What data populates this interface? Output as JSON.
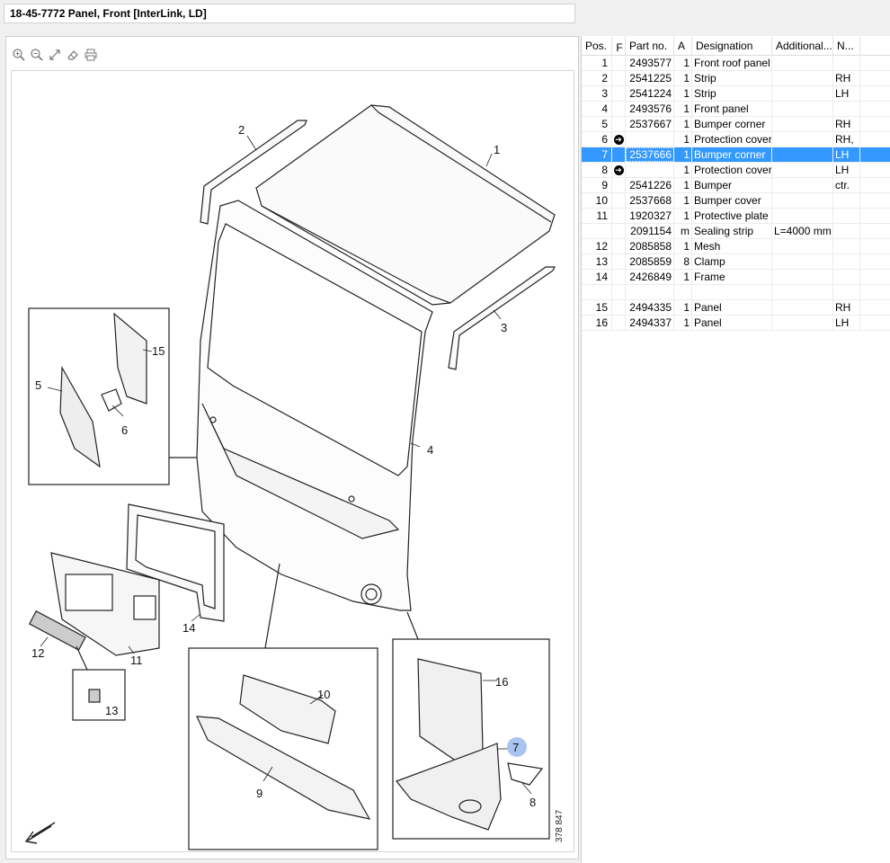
{
  "title": "18-45-7772 Panel, Front [InterLink, LD]",
  "toolbar": {
    "tools": [
      "zoom-in-icon",
      "zoom-out-icon",
      "fit-icon",
      "eraser-icon",
      "print-icon"
    ]
  },
  "diagram": {
    "callouts": [
      "1",
      "2",
      "3",
      "4",
      "5",
      "6",
      "7",
      "8",
      "9",
      "10",
      "11",
      "12",
      "13",
      "14",
      "15",
      "16"
    ],
    "drawing_number": "378 847"
  },
  "table": {
    "headers": {
      "pos": "Pos.",
      "f": "F",
      "part": "Part no.",
      "a": "A",
      "designation": "Designation",
      "additional": "Additional...",
      "n": "N..."
    },
    "rows": [
      {
        "pos": "1",
        "arrow": false,
        "part": "2493577",
        "a": "1",
        "designation": "Front roof panel",
        "additional": "",
        "n": ""
      },
      {
        "pos": "2",
        "arrow": false,
        "part": "2541225",
        "a": "1",
        "designation": "Strip",
        "additional": "",
        "n": "RH"
      },
      {
        "pos": "3",
        "arrow": false,
        "part": "2541224",
        "a": "1",
        "designation": "Strip",
        "additional": "",
        "n": "LH"
      },
      {
        "pos": "4",
        "arrow": false,
        "part": "2493576",
        "a": "1",
        "designation": "Front panel",
        "additional": "",
        "n": ""
      },
      {
        "pos": "5",
        "arrow": false,
        "part": "2537667",
        "a": "1",
        "designation": "Bumper corner",
        "additional": "",
        "n": "RH"
      },
      {
        "pos": "6",
        "arrow": true,
        "part": "",
        "a": "1",
        "designation": "Protection cover",
        "additional": "",
        "n": "RH,"
      },
      {
        "pos": "7",
        "arrow": false,
        "part": "2537666",
        "a": "1",
        "designation": "Bumper corner",
        "additional": "",
        "n": "LH",
        "selected": true
      },
      {
        "pos": "8",
        "arrow": true,
        "part": "",
        "a": "1",
        "designation": "Protection cover",
        "additional": "",
        "n": "LH"
      },
      {
        "pos": "9",
        "arrow": false,
        "part": "2541226",
        "a": "1",
        "designation": "Bumper",
        "additional": "",
        "n": "ctr."
      },
      {
        "pos": "10",
        "arrow": false,
        "part": "2537668",
        "a": "1",
        "designation": "Bumper cover",
        "additional": "",
        "n": ""
      },
      {
        "pos": "11",
        "arrow": false,
        "part": "1920327",
        "a": "1",
        "designation": "Protective plate",
        "additional": "",
        "n": ""
      },
      {
        "pos": "",
        "arrow": false,
        "part": "2091154",
        "a": "m",
        "designation": "Sealing strip",
        "additional": "L=4000 mm",
        "n": ""
      },
      {
        "pos": "12",
        "arrow": false,
        "part": "2085858",
        "a": "1",
        "designation": "Mesh",
        "additional": "",
        "n": ""
      },
      {
        "pos": "13",
        "arrow": false,
        "part": "2085859",
        "a": "8",
        "designation": "Clamp",
        "additional": "",
        "n": ""
      },
      {
        "pos": "14",
        "arrow": false,
        "part": "2426849",
        "a": "1",
        "designation": "Frame",
        "additional": "",
        "n": ""
      },
      {
        "pos": "",
        "arrow": false,
        "part": "",
        "a": "",
        "designation": "",
        "additional": "",
        "n": ""
      },
      {
        "pos": "15",
        "arrow": false,
        "part": "2494335",
        "a": "1",
        "designation": "Panel",
        "additional": "",
        "n": "RH"
      },
      {
        "pos": "16",
        "arrow": false,
        "part": "2494337",
        "a": "1",
        "designation": "Panel",
        "additional": "",
        "n": "LH"
      }
    ]
  },
  "colors": {
    "selection": "#3399ff",
    "highlight_callout": "#a9c4ee"
  }
}
